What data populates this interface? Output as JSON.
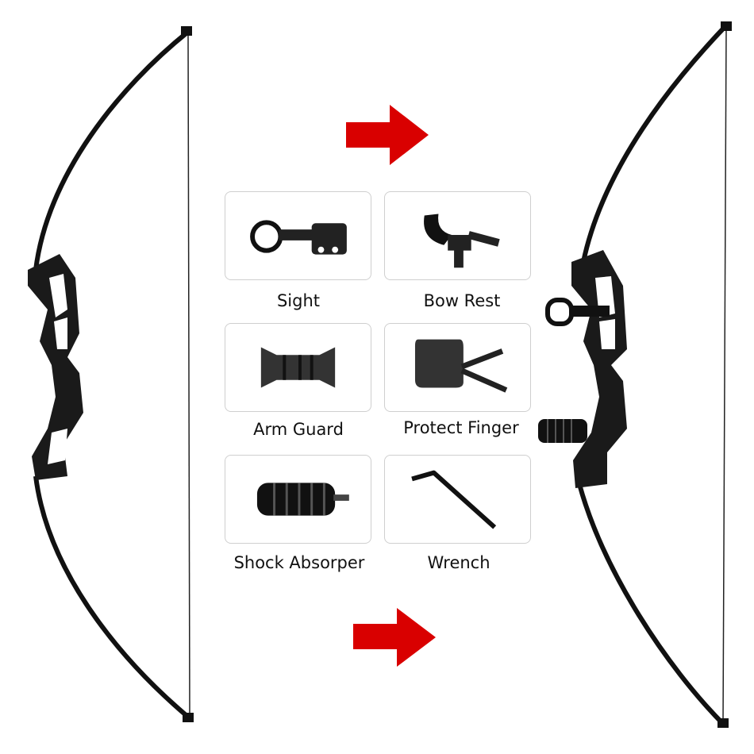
{
  "accessories": [
    {
      "label": "Sight",
      "icon": "sight-icon"
    },
    {
      "label": "Bow Rest",
      "icon": "bow-rest-icon"
    },
    {
      "label": "Arm Guard",
      "icon": "arm-guard-icon"
    },
    {
      "label": "Protect Finger",
      "icon": "finger-protector-icon"
    },
    {
      "label": "Shock Absorper",
      "icon": "shock-absorber-icon"
    },
    {
      "label": "Wrench",
      "icon": "wrench-icon"
    }
  ],
  "colors": {
    "arrow": "#d90000",
    "bow": "#111111",
    "card_border": "#cfcfcf"
  }
}
